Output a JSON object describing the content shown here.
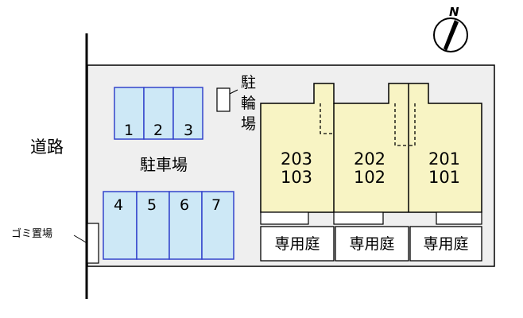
{
  "compass": {
    "north_label": "N"
  },
  "road": {
    "label": "道路"
  },
  "garbage": {
    "label": "ゴミ置場"
  },
  "parking": {
    "label": "駐車場",
    "upper_spaces": [
      "1",
      "2",
      "3"
    ],
    "lower_spaces": [
      "4",
      "5",
      "6",
      "7"
    ]
  },
  "bicycle": {
    "label_chars": [
      "駐",
      "輪",
      "場"
    ]
  },
  "units": [
    {
      "upper": "203",
      "lower": "103",
      "garden": "専用庭"
    },
    {
      "upper": "202",
      "lower": "102",
      "garden": "専用庭"
    },
    {
      "upper": "201",
      "lower": "101",
      "garden": "専用庭"
    }
  ],
  "colors": {
    "lot": "#efefef",
    "parking_fill": "#cde8f6",
    "parking_stroke": "#3344cc",
    "building_fill": "#f8f4c4",
    "outline": "#000000"
  }
}
